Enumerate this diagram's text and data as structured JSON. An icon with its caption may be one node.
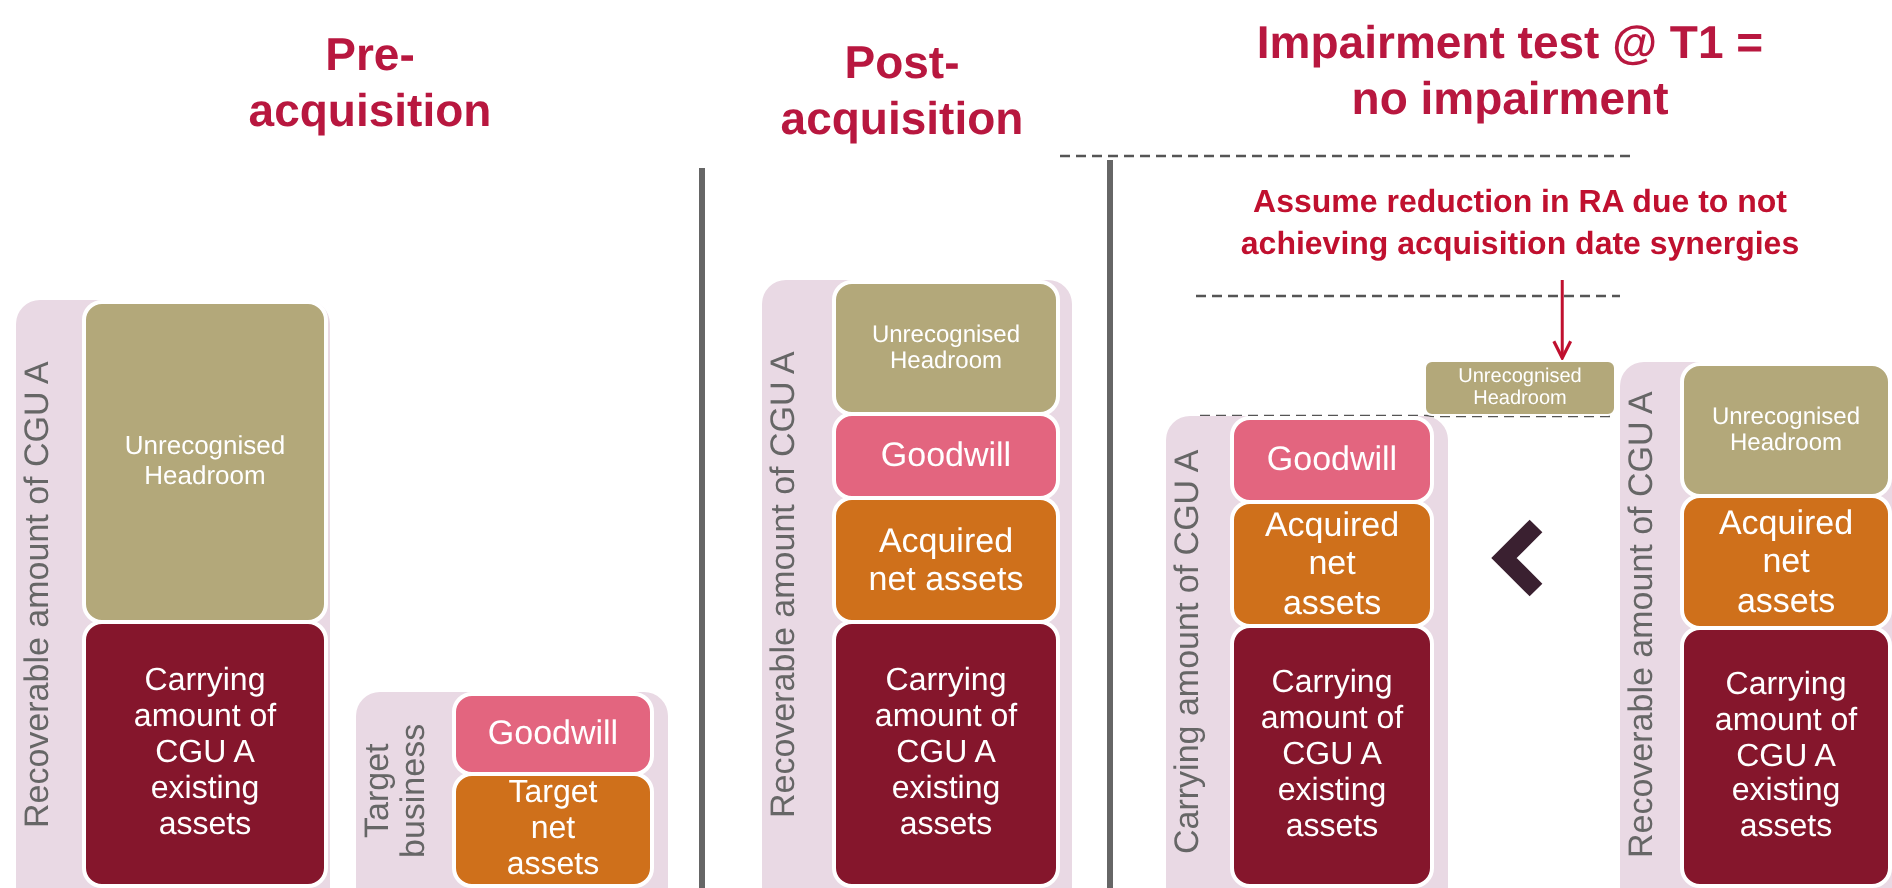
{
  "diagram": {
    "nodes": [
      {
        "text": [
          "Recoverable amount of CGU A"
        ]
      },
      {
        "text": [
          "Unrecognised Headroom"
        ],
        "in": 0
      },
      {
        "text": [
          "Carrying amount of CGU A existing assets"
        ],
        "in": 0
      },
      {
        "text": [
          "Target business"
        ]
      },
      {
        "text": [
          "Goodwill"
        ],
        "in": 3
      },
      {
        "text": [
          "Target net assets"
        ],
        "in": 3
      },
      {
        "text": [
          "Recoverable amount of CGU A"
        ]
      },
      {
        "text": [
          "Unrecognised Headroom"
        ],
        "in": 6
      },
      {
        "text": [
          "Goodwill"
        ],
        "in": 6
      },
      {
        "text": [
          "Acquired net assets"
        ],
        "in": 6
      },
      {
        "text": [
          "Carrying amount of CGU A existing assets"
        ],
        "in": 6
      },
      {
        "text": [
          "Assume reduction in RA due to not achieving acquisition date synergies"
        ]
      },
      {
        "text": [
          "Unrecognised Headroom"
        ]
      },
      {
        "text": [
          "Carrying amount of CGU A"
        ]
      },
      {
        "text": [
          "Goodwill"
        ],
        "in": 13
      },
      {
        "text": [
          "Acquired net assets"
        ],
        "in": 13
      },
      {
        "text": [
          "Carrying amount of CGU A existing assets"
        ],
        "in": 13
      },
      {
        "text": [
          "Recoverable amount of CGU A"
        ]
      },
      {
        "text": [
          "Unrecognised Headroom"
        ],
        "in": 17
      },
      {
        "text": [
          "Acquired net assets"
        ],
        "in": 17
      },
      {
        "text": [
          "Carrying amount of CGU A existing assets"
        ],
        "in": 17
      }
    ],
    "edges": [
      {
        "from": 11,
        "to": 12,
        "arrow": "to",
        "color": "#c0102f"
      }
    ],
    "labels": [
      "Pre-acquisition",
      "Post-acquisition",
      "Impairment test @ T1 = no impairment"
    ]
  }
}
